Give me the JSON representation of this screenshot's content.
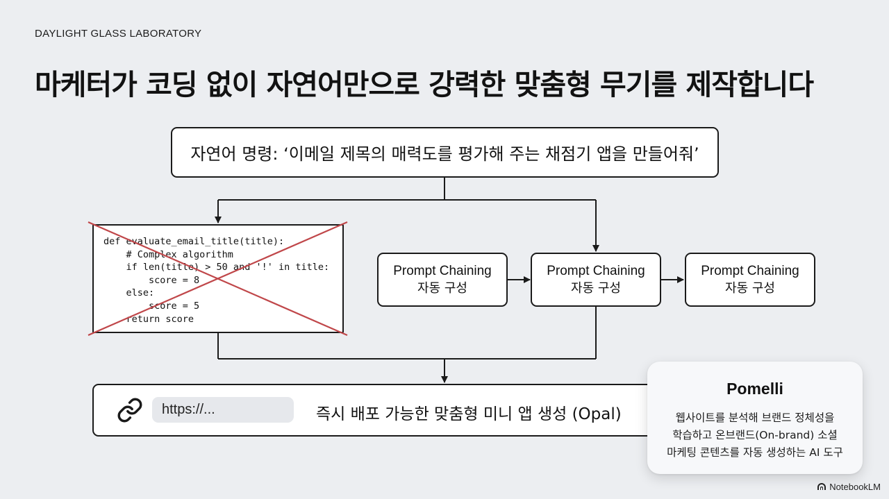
{
  "header": {
    "brand": "DAYLIGHT GLASS LABORATORY",
    "title": "마케터가 코딩 없이 자연어만으로 강력한 맞춤형 무기를 제작합니다"
  },
  "diagram": {
    "command": "자연어 명령: ‘이메일 제목의 매력도를 평가해 주는 채점기 앱을 만들어줘’",
    "code_lines": [
      "def evaluate_email_title(title):",
      "    # Complex algorithm",
      "    if len(title) > 50 and '!' in title:",
      "        score = 8",
      "    else:",
      "        score = 5",
      "    return score"
    ],
    "steps": [
      {
        "line1": "Prompt Chaining",
        "line2": "자동 구성"
      },
      {
        "line1": "Prompt Chaining",
        "line2": "자동 구성"
      },
      {
        "line1": "Prompt Chaining",
        "line2": "자동 구성"
      }
    ],
    "output": {
      "url": "https://...",
      "text": "즉시 배포 가능한 맞춤형 미니 앱 생성 (Opal)"
    }
  },
  "card": {
    "title": "Pomelli",
    "desc_lines": [
      "웹사이트를 분석해 브랜드 정체성을",
      "학습하고 온브랜드(On-brand) 소셜",
      "마케팅 콘텐츠를 자동 생성하는 AI 도구"
    ]
  },
  "watermark": "NotebookLM",
  "icons": {
    "link": "link-icon",
    "notebook": "notebooklm-logo-icon"
  },
  "colors": {
    "cross": "#c0474a",
    "border": "#1a1a1a"
  }
}
